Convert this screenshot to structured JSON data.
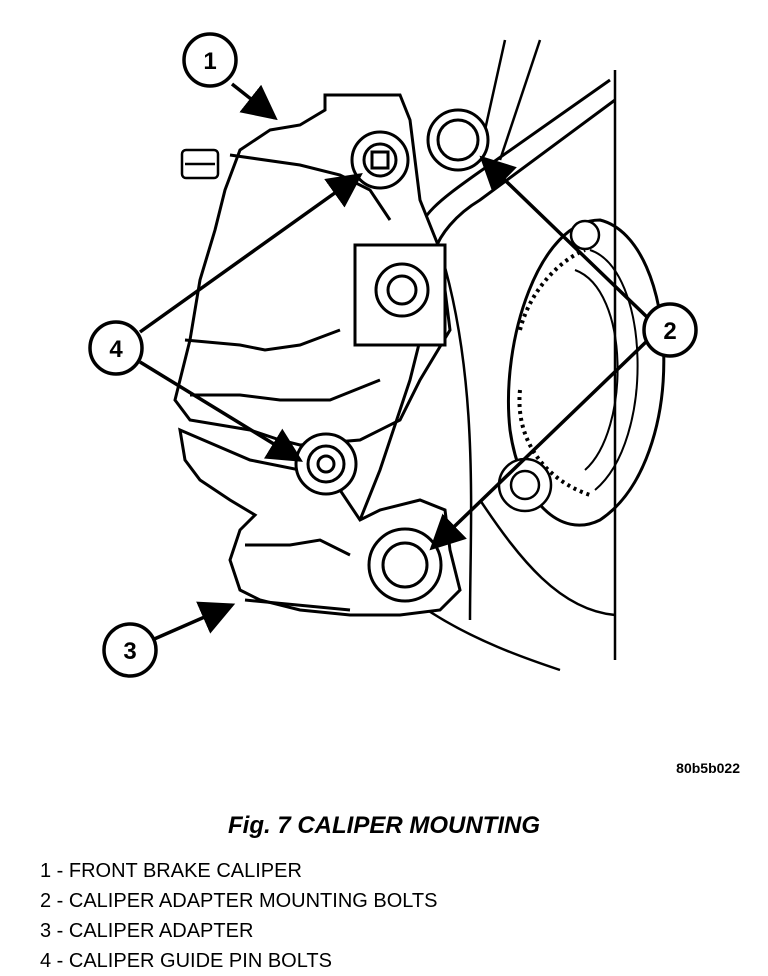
{
  "figure": {
    "code": "80b5b022",
    "title": "Fig. 7 CALIPER MOUNTING"
  },
  "callouts": [
    {
      "number": "1"
    },
    {
      "number": "2"
    },
    {
      "number": "3"
    },
    {
      "number": "4"
    }
  ],
  "legend": [
    {
      "text": "1 - FRONT BRAKE CALIPER"
    },
    {
      "text": "2 - CALIPER ADAPTER MOUNTING BOLTS"
    },
    {
      "text": "3 - CALIPER ADAPTER"
    },
    {
      "text": "4 - CALIPER GUIDE PIN BOLTS"
    }
  ]
}
